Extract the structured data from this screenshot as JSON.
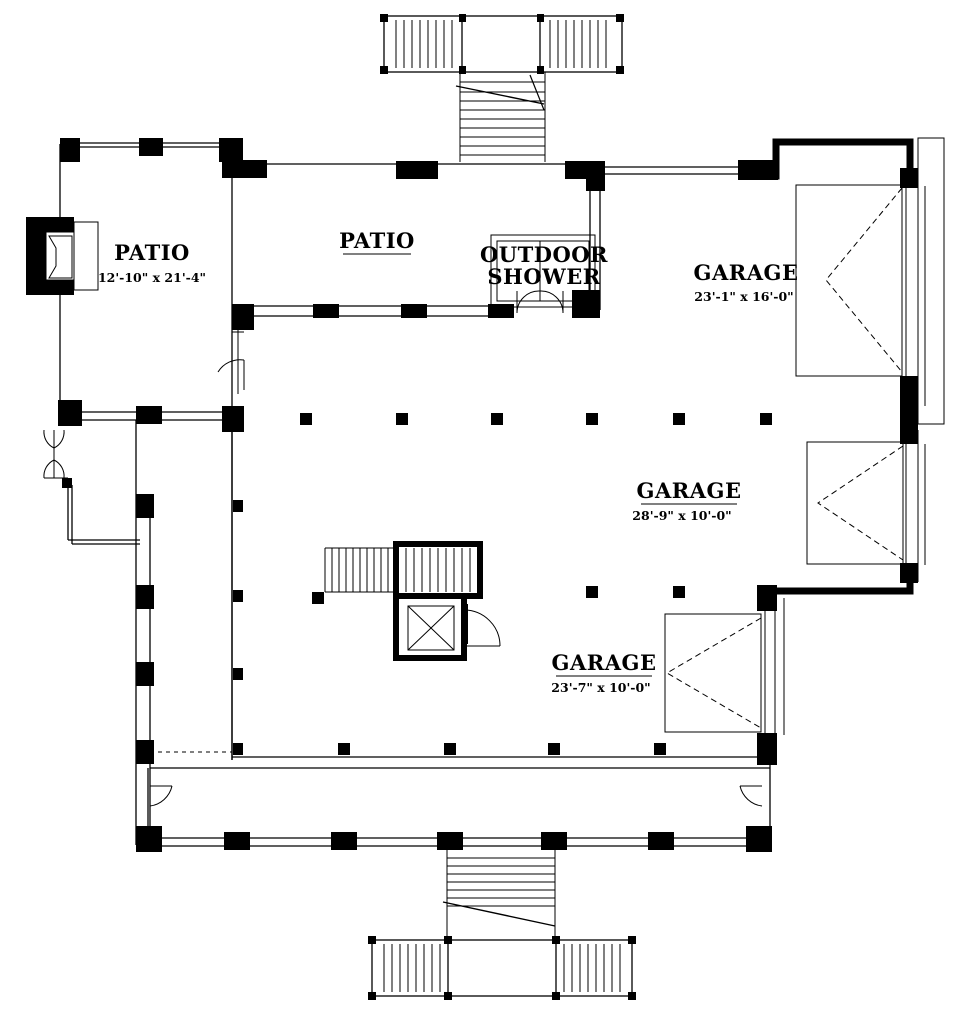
{
  "rooms": {
    "patio_left": {
      "name": "PATIO",
      "dims": "12'-10\" x 21'-4\""
    },
    "patio_center": {
      "name": "PATIO"
    },
    "outdoor_shower": {
      "line1": "OUTDOOR",
      "line2": "SHOWER"
    },
    "garage_upper": {
      "name": "GARAGE",
      "dims": "23'-1\" x 16'-0\""
    },
    "garage_middle": {
      "name": "GARAGE",
      "dims": "28'-9\" x 10'-0\""
    },
    "garage_lower": {
      "name": "GARAGE",
      "dims": "23'-7\" x 10'-0\""
    }
  }
}
